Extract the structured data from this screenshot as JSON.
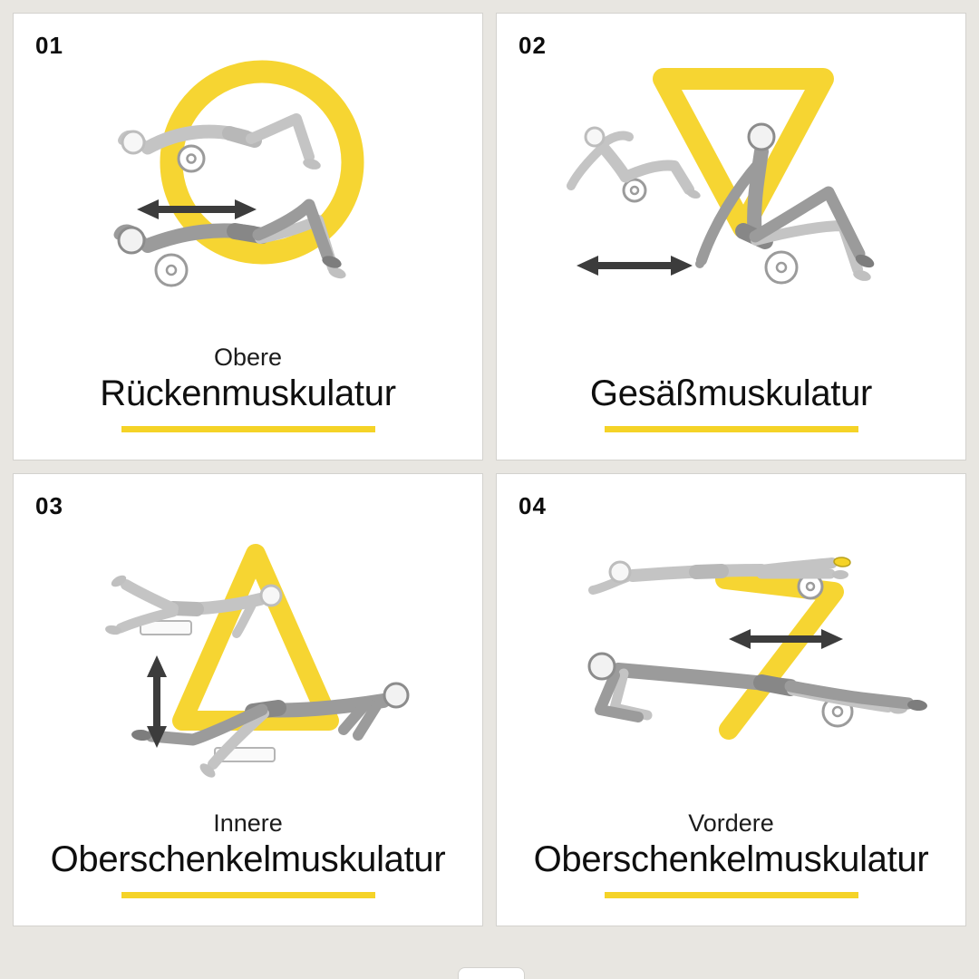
{
  "page": {
    "background_color": "#e8e6e1",
    "panel_color": "#ffffff",
    "accent_color": "#f5d327",
    "figure_color": "#9b9b9b",
    "arrow_color": "#3c3c3c"
  },
  "panels": [
    {
      "number": "01",
      "subtitle": "Obere",
      "title": "Rückenmuskulatur",
      "accent_shape": "circle-ring",
      "arrow_direction": "horizontal",
      "illustration": "foam-rolling-upper-back"
    },
    {
      "number": "02",
      "subtitle": "",
      "title": "Gesäßmuskulatur",
      "accent_shape": "triangle-down",
      "arrow_direction": "horizontal",
      "illustration": "foam-rolling-glutes"
    },
    {
      "number": "03",
      "subtitle": "Innere",
      "title": "Oberschenkelmuskulatur",
      "accent_shape": "triangle-up",
      "arrow_direction": "vertical",
      "illustration": "foam-rolling-inner-thigh"
    },
    {
      "number": "04",
      "subtitle": "Vordere",
      "title": "Oberschenkelmuskulatur",
      "accent_shape": "zigzag",
      "arrow_direction": "horizontal",
      "illustration": "foam-rolling-front-thigh"
    }
  ]
}
